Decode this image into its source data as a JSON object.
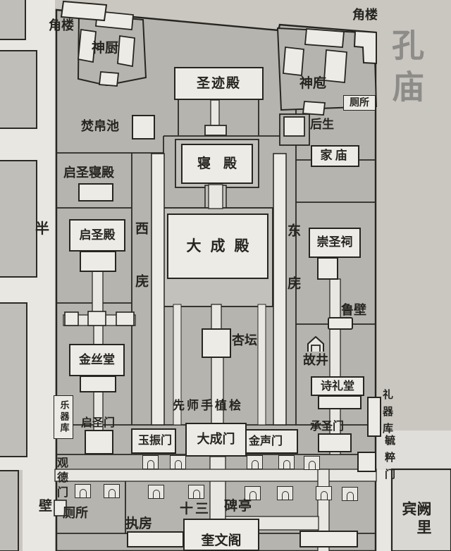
{
  "colors": {
    "paper": "#cac7c1",
    "temple_fill": "#b6b4ae",
    "terrace_fill": "#c3c1bb",
    "building_fill": "#edebe6",
    "street_fill": "#e9e7e2",
    "ink": "#26251f",
    "title_gray": "#8d8c89"
  },
  "title": "孔庙",
  "north": {
    "corner_tower_nw": "角楼",
    "divine_kitchen": "神厨",
    "sage_trace_hall": "圣迹殿",
    "divine_butchery": "神庖",
    "toilet": "厕所",
    "corner_tower_ne": "角楼",
    "silk_burning_pool": "焚帛池",
    "rear_building": "后生",
    "family_temple": "家庙"
  },
  "central_axis": {
    "resting_hall": "寝殿",
    "dacheng_hall": "大成殿",
    "west_cloister": "西庑",
    "east_cloister": "东庑",
    "apricot_altar": "杏坛",
    "teachers_juniper": "先师手植桧",
    "jade_gate": "玉振门",
    "dacheng_gate": "大成门",
    "gold_gate": "金声门",
    "thirteen": "十三",
    "stele_pavilions": "碑亭",
    "kuiwen_pavilion": "奎文阁"
  },
  "west_route": {
    "qisheng_resting_hall": "启圣寝殿",
    "qisheng_hall": "启圣殿",
    "jinsi_hall": "金丝堂",
    "music_store": "乐器库",
    "qisheng_gate": "启圣门",
    "guande_gate": "观德门",
    "toilet": "厕所",
    "duty_room": "执房"
  },
  "east_route": {
    "chongsheng_shrine": "崇圣祠",
    "lu_wall": "鲁壁",
    "old_well": "故井",
    "shili_hall": "诗礼堂",
    "chengsheng_gate": "承圣门",
    "ritual_store": "礼器库",
    "yucui_gate": "毓粹门"
  },
  "outside": {
    "street_char_top": "半",
    "street_char_bottom": "壁",
    "queli_hotel": "阙里宾"
  },
  "icons": {
    "stele_pavilion": "square with arch (stele pavilion), 13 total",
    "old_well": "canopy over well"
  }
}
